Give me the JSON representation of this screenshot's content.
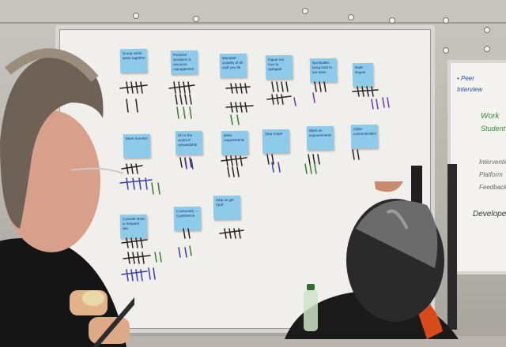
{
  "scene": {
    "description_alt": "",
    "notes": [
      {
        "text": "Group some ideas together"
      },
      {
        "text": "Prioritize iterations & resource management"
      },
      {
        "text": "Mandate: visibility of all stuff you do"
      },
      {
        "text": "Figure out how to delegate"
      },
      {
        "text": "Not Bullets bring food to the team"
      },
      {
        "text": "Multi-lingual"
      },
      {
        "text": "More Surveys"
      },
      {
        "text": "Oh in the world of stewardship"
      },
      {
        "text": "Meta-requirements"
      },
      {
        "text": "Stop scope"
      },
      {
        "text": "Work on improvements"
      },
      {
        "text": "Other communication"
      },
      {
        "text": "Conceal tasks in frequent dev"
      },
      {
        "text": "Community —Conference"
      },
      {
        "text": "Help us get Stuff"
      }
    ],
    "side_board_lines": [
      "• Peer",
      "Interview",
      "Work",
      "Student",
      "Intervention",
      "Platform",
      "Feedback",
      "Developer"
    ]
  }
}
